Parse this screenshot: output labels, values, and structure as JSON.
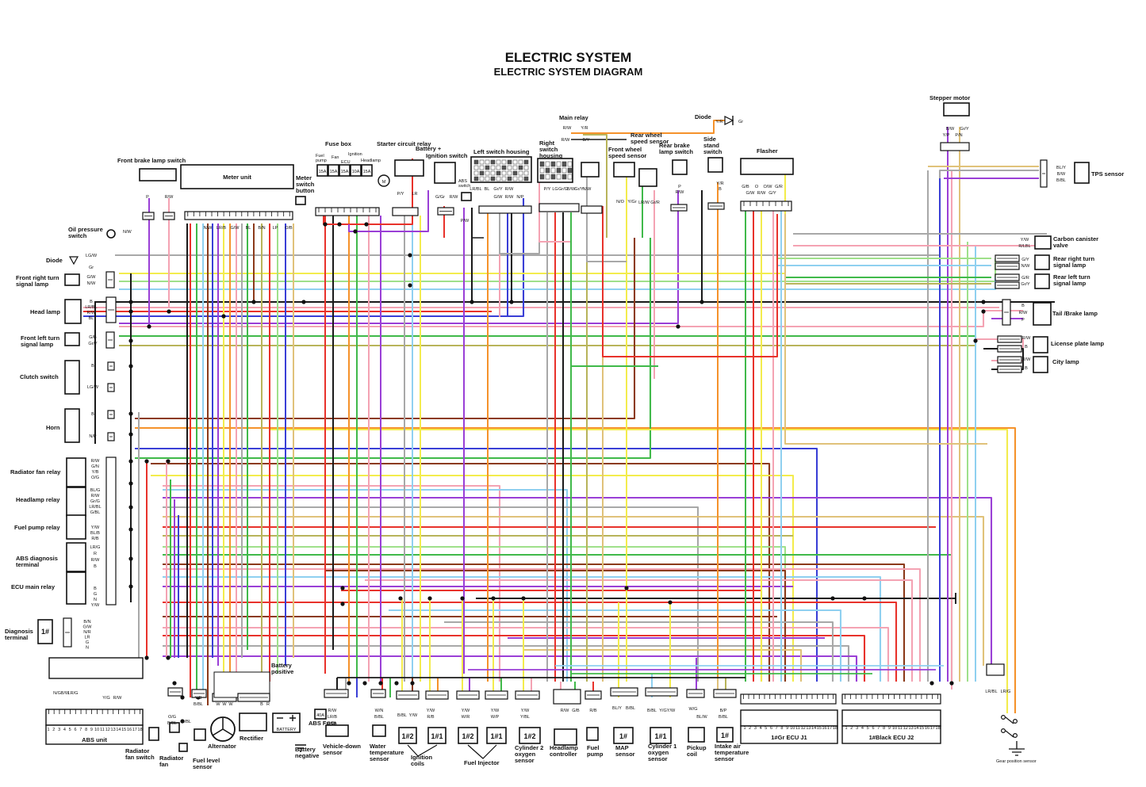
{
  "title": "ELECTRIC SYSTEM",
  "subtitle": "ELECTRIC SYSTEM DIAGRAM",
  "colors": {
    "red": "#e8322b",
    "orange": "#f5922b",
    "yellow": "#f3ec4d",
    "green": "#40b94a",
    "light_green": "#9fe08a",
    "blue": "#3a3fd6",
    "sky": "#8fd0f0",
    "brown": "#8b3a1a",
    "black": "#1a1a1a",
    "purple": "#9a3fd6",
    "pink": "#f4a3b3",
    "grey": "#a8a8a8",
    "tan": "#e0c27a",
    "olive": "#b8b45a"
  },
  "components": {
    "front_brake_lamp_switch": "Front brake lamp switch",
    "meter_unit": "Meter unit",
    "meter_switch_button": [
      "Meter",
      "switch",
      "button"
    ],
    "fuse_box": "Fuse box",
    "fuse_box_labels": [
      "Fuel",
      "pump",
      "Fan",
      "ECU",
      "Ignition",
      "Headlamp"
    ],
    "fuses": [
      "15A",
      "15A",
      "15A",
      "10A",
      "15A"
    ],
    "starter_circuit_relay": "Starter circuit relay",
    "battery_plus": "Battery +",
    "ignition_switch": "Ignition switch",
    "abs_switch": [
      "ABS",
      "switch"
    ],
    "left_switch_housing": "Left switch housing",
    "right_switch_housing": [
      "Right",
      "switch",
      "housing"
    ],
    "main_relay": "Main relay",
    "front_wheel_speed_sensor": [
      "Front wheel",
      "speed sensor"
    ],
    "rear_wheel_speed_sensor": [
      "Rear wheel",
      "speed sensor"
    ],
    "rear_brake_lamp_switch": [
      "Rear brake",
      "lamp switch"
    ],
    "side_stand_switch": [
      "Side",
      "stand",
      "switch"
    ],
    "diode_top": "Diode",
    "flasher": "Flasher",
    "stepper_motor": "Stepper motor",
    "tps_sensor": "TPS sensor",
    "oil_pressure_switch": [
      "Oil pressure",
      "switch"
    ],
    "diode_left": "Diode",
    "front_right_turn": [
      "Front right turn",
      "signal lamp"
    ],
    "head_lamp": "Head lamp",
    "front_left_turn": [
      "Front left turn",
      "signal lamp"
    ],
    "clutch_switch": "Clutch switch",
    "horn": "Horn",
    "radiator_fan_relay": "Radiator fan relay",
    "headlamp_relay": "Headlamp relay",
    "fuel_pump_relay": "Fuel pump relay",
    "abs_diagnosis_terminal": [
      "ABS  diagnosis",
      "terminal"
    ],
    "ecu_main_relay": "ECU main relay",
    "diagnosis_terminal": [
      "Diagnosis",
      "terminal"
    ],
    "diag_connector": "1#",
    "carbon_canister": [
      "Carbon canister",
      "valve"
    ],
    "rear_right_turn": [
      "Rear right turn",
      "signal lamp"
    ],
    "rear_left_turn": [
      "Rear left turn",
      "signal lamp"
    ],
    "tail_brake_lamp": "Tail /Brake lamp",
    "license_plate_lamp": "License plate lamp",
    "city_lamp": "City lamp",
    "abs_unit": "ABS  unit",
    "radiator_fan_switch": [
      "Radiator",
      "fan switch"
    ],
    "radiator_fan": [
      "Radiator",
      "fan"
    ],
    "fuel_level_sensor": [
      "Fuel level",
      "sensor"
    ],
    "alternator": "Alternator",
    "rectifier": "Rectifier",
    "battery_positive": [
      "Battery",
      "positive"
    ],
    "battery": "BATTERY",
    "battery_negative": [
      "Battery",
      "negative"
    ],
    "abs_fuse": "ABS Fuse",
    "abs_fuse_rating": "40A",
    "vehicle_down_sensor": [
      "Vehicle-down",
      "sensor"
    ],
    "water_temp_sensor": [
      "Water",
      "temperature",
      "sensor"
    ],
    "ignition_coils": [
      "Ignition",
      "coils"
    ],
    "coil_2": "1#2",
    "coil_1": "1#1",
    "fuel_injector": "Fuel Injector",
    "injector_2": "1#2",
    "injector_1": "1#1",
    "cyl2_oxygen": [
      "Cylinder 2",
      "oxygen",
      "sensor"
    ],
    "cyl2_tag": "1#2",
    "headlamp_controller": [
      "Headlamp",
      "controller"
    ],
    "fuel_pump": [
      "Fuel",
      "pump"
    ],
    "map_sensor": [
      "MAP",
      "sensor"
    ],
    "map_tag": "1#",
    "cyl1_oxygen": [
      "Cylinder 1",
      "oxygen",
      "sensor"
    ],
    "cyl1_tag": "1#1",
    "pickup_coil": [
      "Pickup",
      "coil"
    ],
    "intake_air_temp": [
      "Intake air",
      "temperature",
      "sensor"
    ],
    "intake_tag": "1#",
    "ecu_j1": "1#Gr ECU J1",
    "ecu_j2": "1#Black ECU J2",
    "gear_position_sensor": "Gear position sensor"
  },
  "wire_codes": {
    "front_brake": [
      "P",
      "R/W"
    ],
    "oil": "N/W",
    "diode_left": [
      "LG/W",
      "Gr"
    ],
    "front_right_turn": [
      "G/W",
      "N/W"
    ],
    "head_lamp": [
      "B",
      "LR/BL",
      "R/W",
      "BL"
    ],
    "front_left_turn": [
      "G/B",
      "Gr/Y"
    ],
    "clutch": [
      "B",
      "LG/W"
    ],
    "horn": [
      "B",
      "N/P"
    ],
    "radiator_relay": [
      "R/W",
      "G/N",
      "Y/B",
      "O/G"
    ],
    "headlamp_relay": [
      "BL/G",
      "R/W",
      "Gr/G",
      "LR/BL",
      "G/BL"
    ],
    "fuel_pump_relay": [
      "Y/W",
      "BL/B",
      "R/B"
    ],
    "abs_diag": [
      "LR/G",
      "R",
      "R/W",
      "B"
    ],
    "ecu_main_relay": [
      "B",
      "G",
      "N",
      "Y/W"
    ],
    "diag_terminal": [
      "B/N",
      "G/W",
      "N/R",
      "LR",
      "G",
      "N"
    ],
    "carbon_canister": [
      "Y/W",
      "R/LBL"
    ],
    "rear_right_turn": [
      "G/Y",
      "N/W"
    ],
    "rear_left_turn": [
      "G/R",
      "Gr/Y"
    ],
    "tail": [
      "B",
      "R/W",
      "P"
    ],
    "license": [
      "R/W",
      "B"
    ],
    "city": [
      "R/W",
      "B"
    ],
    "tps": [
      "BL/Y",
      "B/W",
      "B/BL"
    ],
    "stepper": [
      "B/W",
      "Gr/Y",
      "Y/P",
      "P/N"
    ],
    "main_relay": [
      "R/W",
      "Y/R",
      "R/W",
      "B/Y"
    ],
    "diode_top": [
      "Y/R",
      "Gr"
    ],
    "side_stand": [
      "Y/R",
      "B"
    ],
    "rear_brake": [
      "P",
      "R/W"
    ],
    "front_wheel": [
      "N/O",
      "Y/Gr"
    ],
    "rear_wheel": [
      "LR/W",
      "Gr/R"
    ],
    "flasher": [
      "G/B",
      "O",
      "O/W",
      "G/R",
      "G/W",
      "R/W",
      "G/Y"
    ],
    "ignition": [
      "G/Gr",
      "R/W"
    ],
    "abs_sw": "P/W",
    "left_sw": [
      "LR/BL",
      "BL",
      "Gr/Y",
      "R/W",
      "G/W",
      "R/W",
      "N/P"
    ],
    "right_sw": [
      "P/Y",
      "LG",
      "Gr/G",
      "B/W",
      "Gr/Y",
      "N/W"
    ],
    "starter": [
      "P/Y",
      "LR"
    ],
    "vehicle_down": [
      "R/W",
      "LR/B",
      "B/BL"
    ],
    "water_temp": [
      "W/N",
      "B/BL"
    ],
    "coil2": [
      "B/BL",
      "Y/W"
    ],
    "coil1": [
      "Y/W",
      "R/B"
    ],
    "inj2": [
      "Y/W",
      "W/R"
    ],
    "inj1": [
      "Y/W",
      "W/P"
    ],
    "cyl2": [
      "Y/W",
      "Y/BL"
    ],
    "headlamp_ctrl": [
      "R/W",
      "G/B"
    ],
    "fuel_pump_w": [
      "R/B"
    ],
    "map": [
      "BL/Y",
      "B/BL",
      "B/BL"
    ],
    "cyl1": [
      "Y/W",
      "B/BL",
      "Y/G"
    ],
    "pickup": [
      "W/G",
      "BL/W"
    ],
    "intake": [
      "B/P",
      "B/BL"
    ],
    "abs_unit": [
      "N/G",
      "B/W",
      "LR/G",
      "Y/G",
      "R/W"
    ],
    "fan_sw": [
      "O/G",
      "B/BL"
    ],
    "fan": [
      "B/BL"
    ],
    "fuel_level": [
      "Y/B",
      "B/BL"
    ],
    "alternator": [
      "W",
      "W",
      "W"
    ],
    "rectifier": [
      "B",
      "R"
    ],
    "abs_fuse_w": [
      "R/W"
    ],
    "gear_pos": [
      "LR/BL",
      "LR/G"
    ]
  },
  "ecu_pins": [
    "1",
    "2",
    "3",
    "4",
    "5",
    "6",
    "7",
    "8",
    "9",
    "10",
    "11",
    "12",
    "13",
    "14",
    "15",
    "16",
    "17",
    "18"
  ],
  "abs_pins": [
    "1",
    "2",
    "3",
    "4",
    "5",
    "6",
    "7",
    "8",
    "9",
    "10",
    "11",
    "12",
    "13",
    "14",
    "15",
    "16",
    "17",
    "18"
  ]
}
